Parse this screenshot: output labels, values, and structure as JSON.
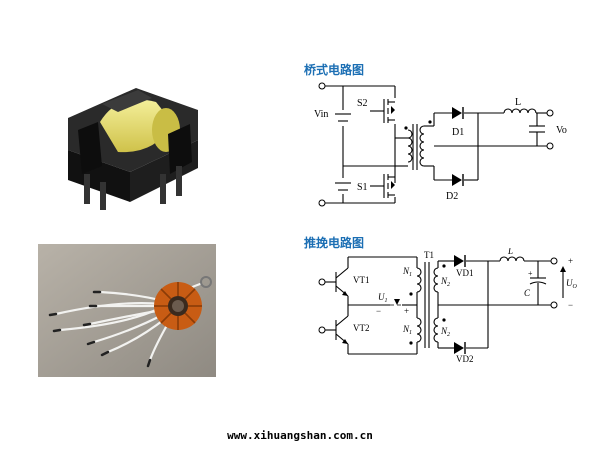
{
  "bridge": {
    "title": "桥式电路图",
    "labels": {
      "vin": "Vin",
      "s1": "S1",
      "s2": "S2",
      "d1": "D1",
      "d2": "D2",
      "l": "L",
      "vo": "Vo"
    }
  },
  "pushpull": {
    "title": "推挽电路图",
    "labels": {
      "t1": "T1",
      "vt1": "VT1",
      "vt2": "VT2",
      "n1": "N",
      "n2": "N",
      "sub1": "1",
      "sub2": "2",
      "u1": "U",
      "vd1": "VD1",
      "vd2": "VD2",
      "l": "L",
      "c": "C",
      "uo": "U",
      "uo_sub": "O",
      "plus": "+",
      "minus": "−"
    }
  },
  "footer": "www.xihuangshan.com.cn",
  "colors": {
    "title": "#1c6fb4",
    "toroid_copper": "#d46a1e",
    "bobbin_yellow": "#e8e070",
    "bobbin_black": "#1a1a1a"
  }
}
